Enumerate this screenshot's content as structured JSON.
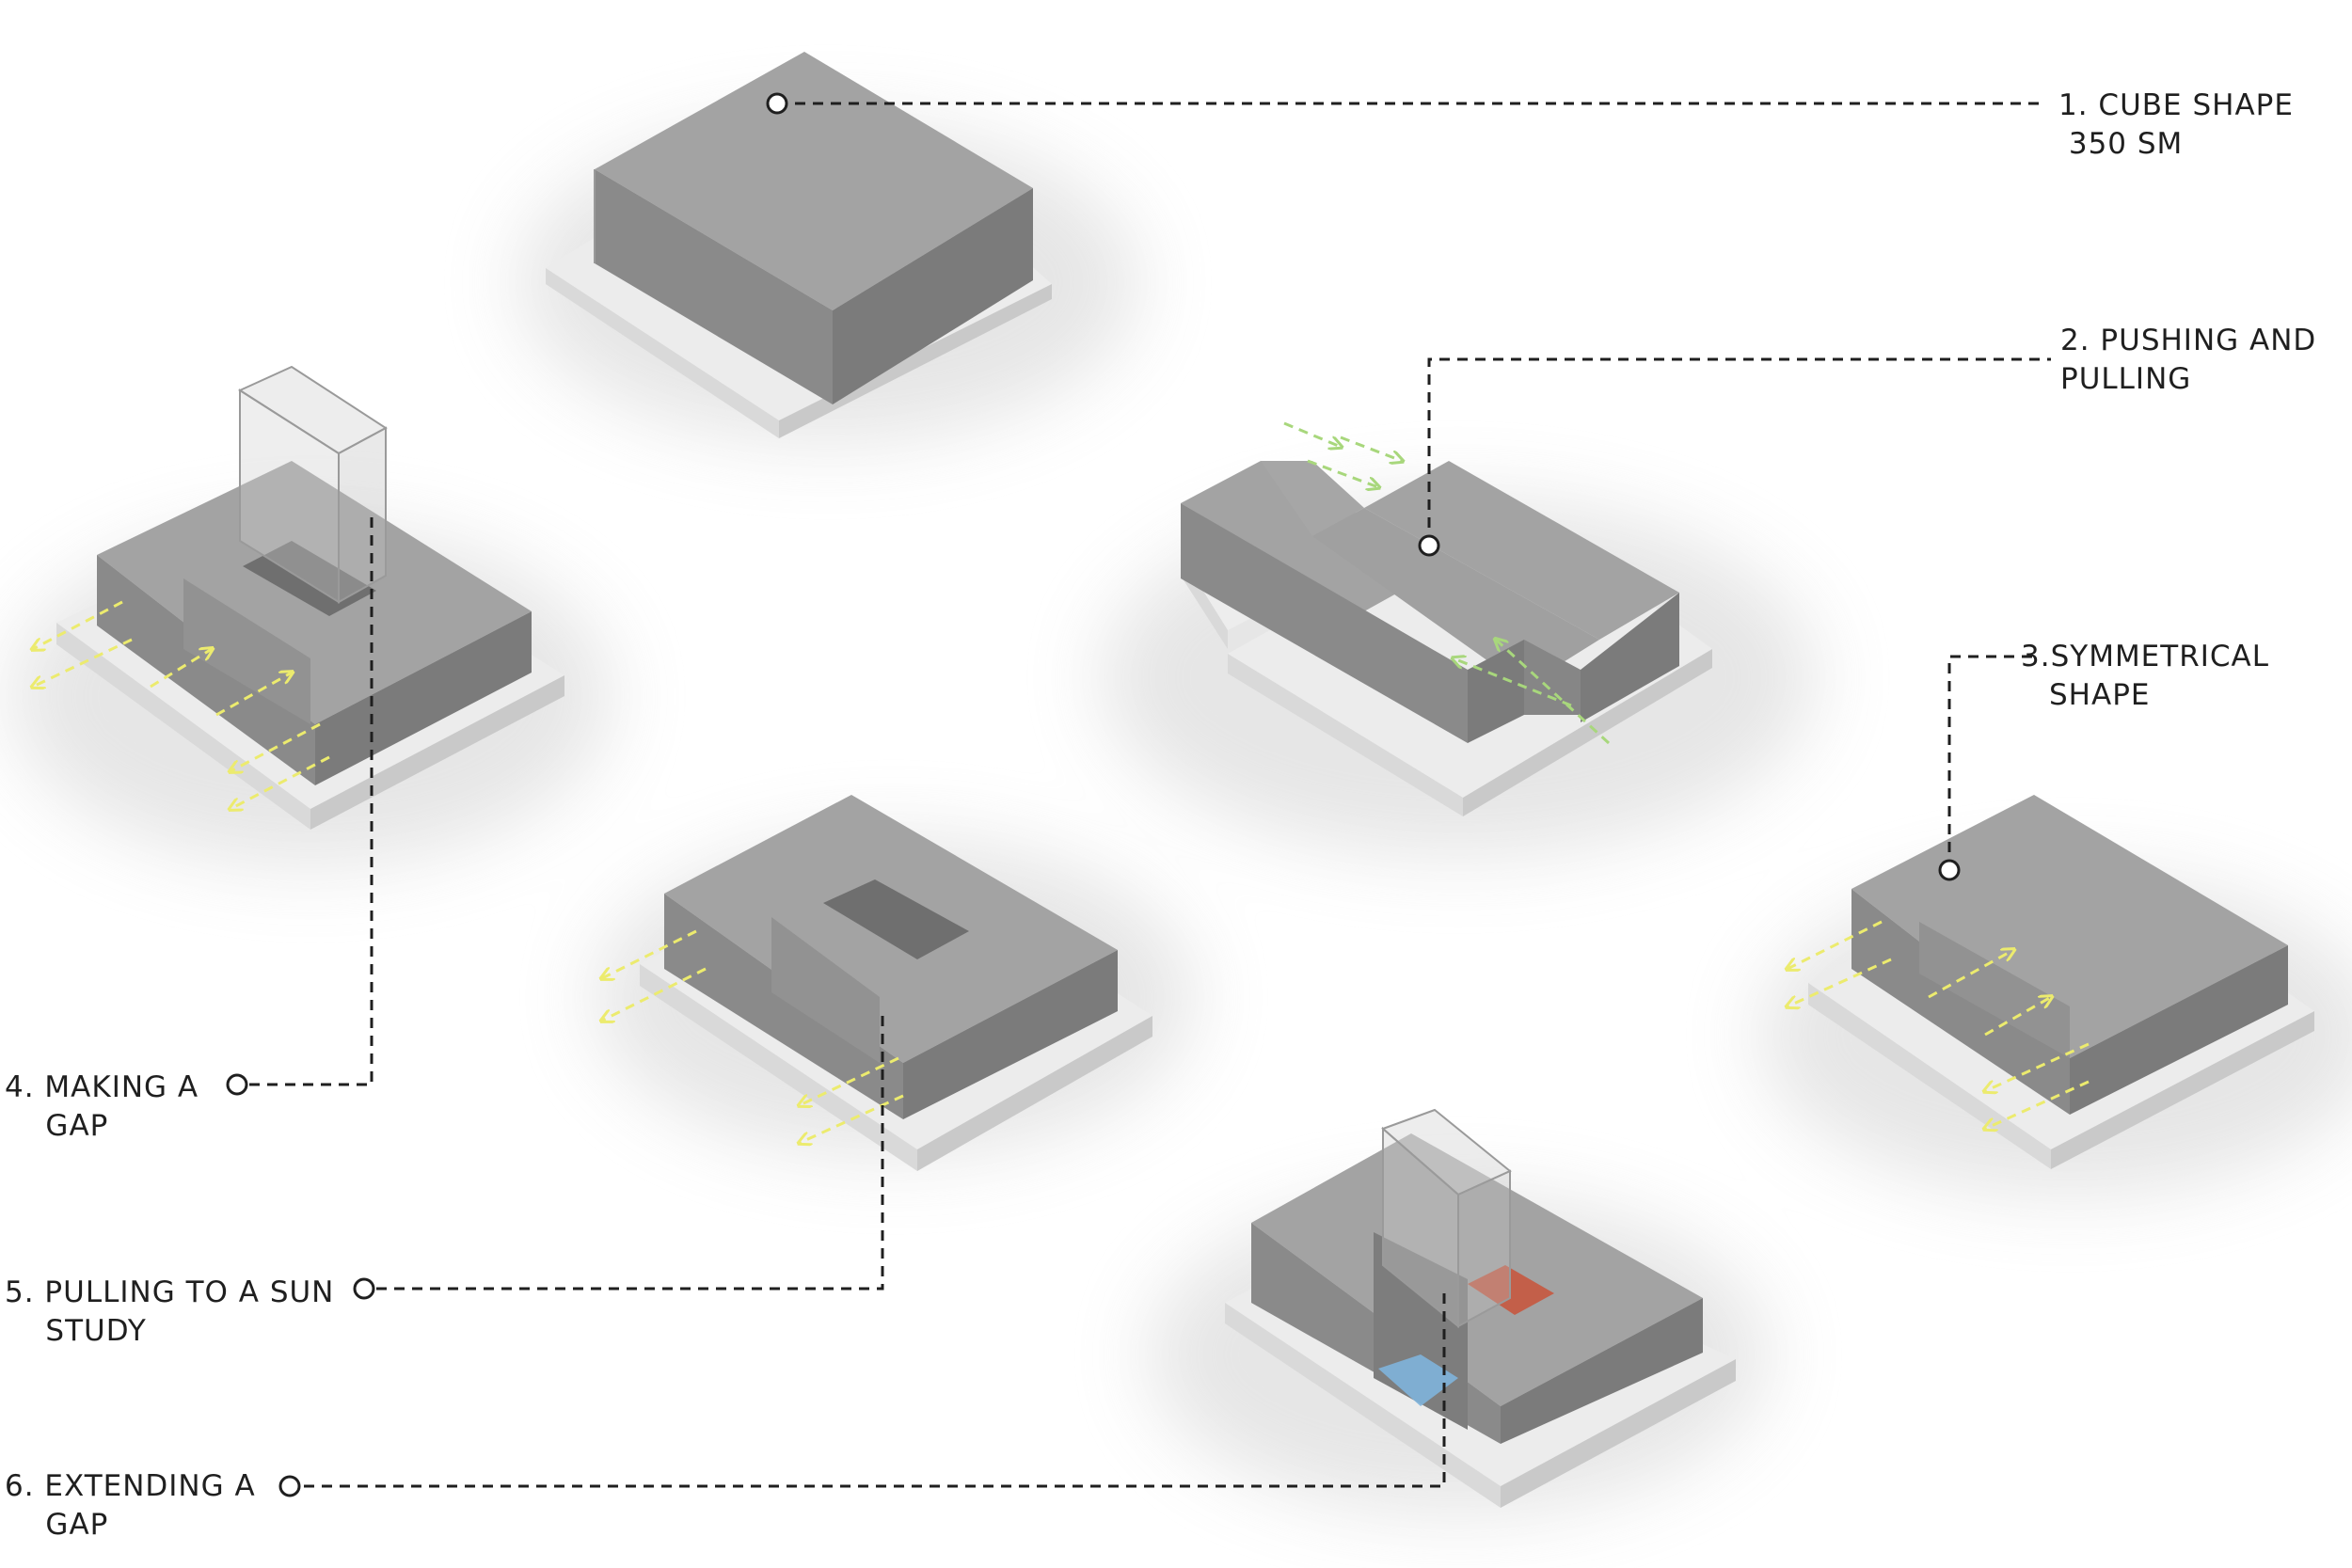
{
  "labels": [
    {
      "id": "step-1",
      "line1": "1. CUBE SHAPE",
      "line2": " 350 SM"
    },
    {
      "id": "step-2",
      "line1": "2. PUSHING AND",
      "line2": "PULLING"
    },
    {
      "id": "step-3",
      "line1": "3.SYMMETRICAL",
      "line2": "SHAPE"
    },
    {
      "id": "step-4",
      "line1": "4. MAKING A",
      "line2": "    GAP"
    },
    {
      "id": "step-5",
      "line1": "5. PULLING TO A SUN",
      "line2": "    STUDY"
    },
    {
      "id": "step-6",
      "line1": "6. EXTENDING A",
      "line2": "    GAP"
    }
  ],
  "colors": {
    "ink": "#1f1f1f",
    "massing_top": "#9e9e9e",
    "massing_left": "#858585",
    "massing_right": "#7a7a7a",
    "base_top": "#ebebeb",
    "base_side": "#d6d6d6",
    "sun_arrow_yellow": "#f0ee7a",
    "wind_arrow_green": "#a8d77c",
    "accent_red": "#c9543a",
    "accent_blue": "#7fb4dc"
  }
}
